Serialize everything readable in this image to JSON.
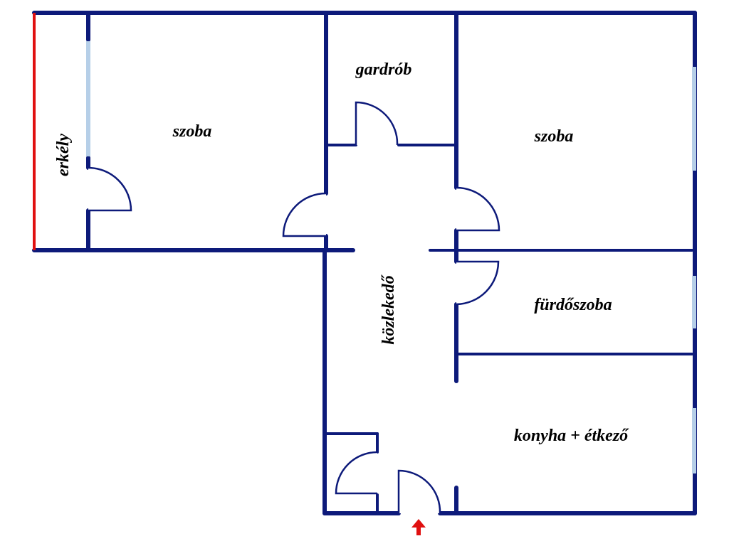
{
  "rooms": {
    "balcony": "erkély",
    "room_left": "szoba",
    "wardrobe": "gardrób",
    "room_right": "szoba",
    "hallway": "közlekedő",
    "bathroom": "fürdőszoba",
    "kitchen": "konyha + étkező"
  },
  "colors": {
    "walls": "#0d1a7a",
    "windows": "#b6cfe8",
    "balcony_rail": "#e01010",
    "entrance_arrow": "#e01010"
  },
  "icons": {
    "entrance": "arrow-up-icon"
  }
}
